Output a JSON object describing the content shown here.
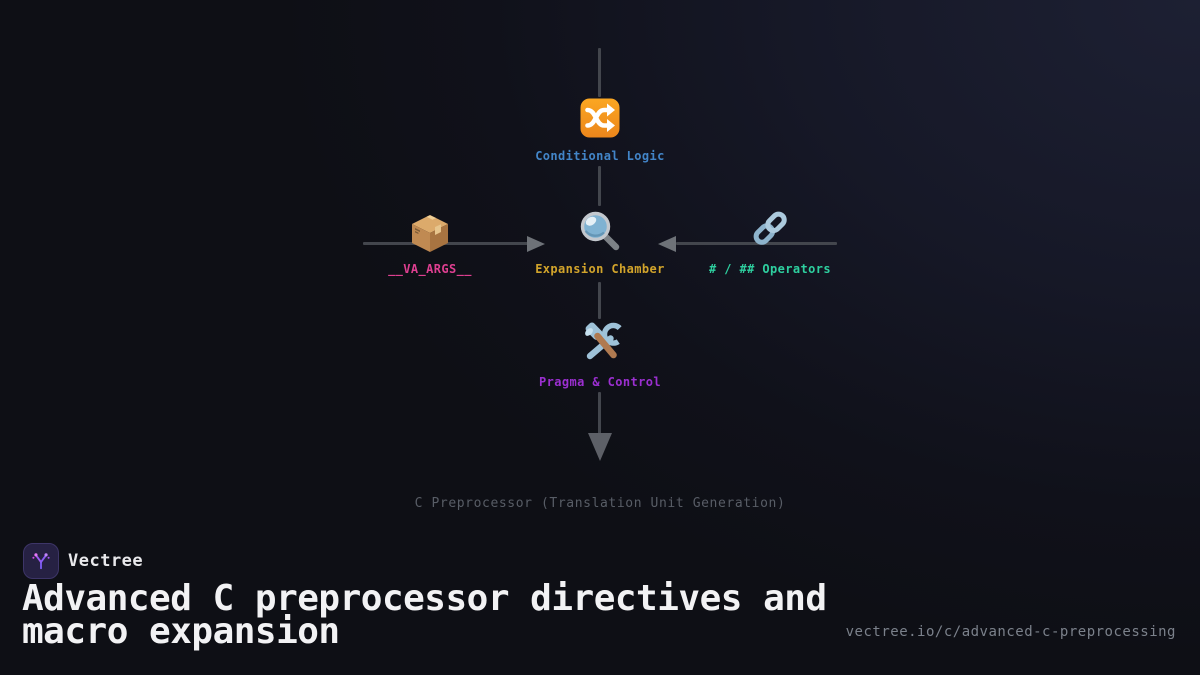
{
  "brand": {
    "name": "Vectree"
  },
  "header": {
    "title": "Advanced C preprocessor directives and macro expansion",
    "url": "vectree.io/c/advanced-c-preprocessing"
  },
  "diagram": {
    "caption": "C Preprocessor (Translation Unit Generation)",
    "nodes": {
      "top": {
        "label": "Conditional Logic",
        "color": "#4285c8",
        "icon": "shuffle-icon"
      },
      "left": {
        "label": "__VA_ARGS__",
        "color": "#de3f90",
        "icon": "package-icon"
      },
      "center": {
        "label": "Expansion Chamber",
        "color": "#d2a42b",
        "icon": "magnifying-glass-icon"
      },
      "right": {
        "label": "# / ## Operators",
        "color": "#2ecf9f",
        "icon": "link-icon"
      },
      "bottom": {
        "label": "Pragma & Control",
        "color": "#9b2fd0",
        "icon": "hammer-wrench-icon"
      }
    },
    "connector_color": "#43464d",
    "arrow_color": "#6e7278"
  }
}
